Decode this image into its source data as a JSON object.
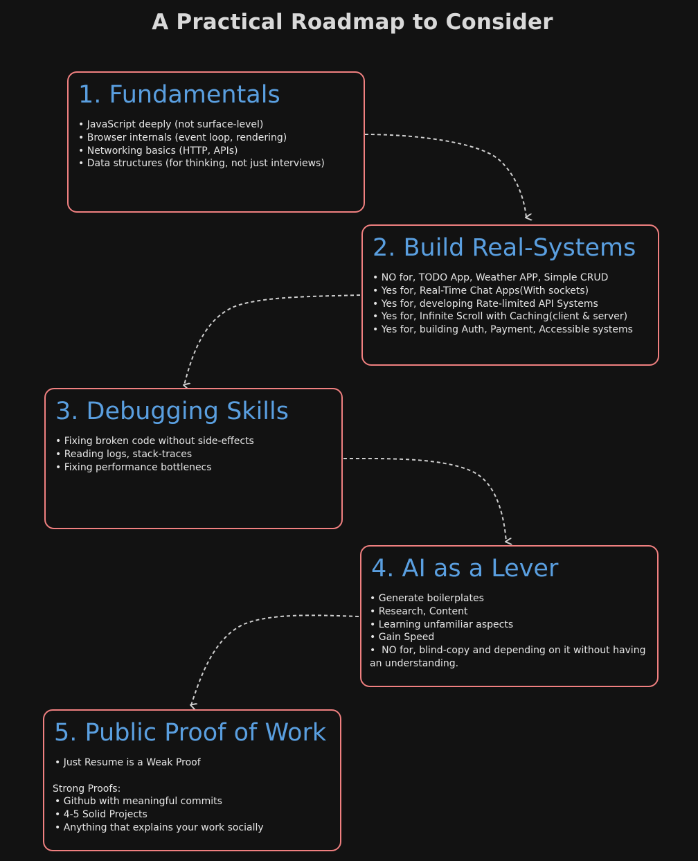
{
  "title": "A Practical Roadmap to Consider",
  "colors": {
    "background": "#121212",
    "card_border": "#f08080",
    "card_title": "#5a9fe0",
    "text": "#e6e6e6",
    "arrow": "#d0d0d0"
  },
  "cards": [
    {
      "title": "1. Fundamentals",
      "items": [
        "JavaScript deeply (not surface-level)",
        "Browser internals (event loop, rendering)",
        "Networking basics (HTTP, APIs)",
        "Data structures (for thinking, not just interviews)"
      ]
    },
    {
      "title": "2. Build Real-Systems",
      "items": [
        "NO for, TODO App, Weather APP, Simple CRUD",
        "Yes for, Real-Time Chat Apps(With sockets)",
        "Yes for, developing Rate-limited API Systems",
        "Yes for, Infinite Scroll with Caching(client & server)",
        "Yes for, building Auth, Payment, Accessible systems"
      ]
    },
    {
      "title": "3. Debugging Skills",
      "items": [
        "Fixing broken code without side-effects",
        "Reading logs, stack-traces",
        "Fixing performance bottlenecs"
      ]
    },
    {
      "title": "4. AI as a Lever",
      "items": [
        "Generate boilerplates",
        "Research, Content",
        "Learning unfamiliar aspects",
        "Gain Speed",
        " NO for, blind-copy and depending on it without having",
        "an understanding."
      ]
    },
    {
      "title": "5. Public Proof of Work",
      "items": [
        "Just Resume is a Weak Proof",
        "",
        "Strong Proofs:",
        "Github with meaningful commits",
        "4-5 Solid Projects",
        "Anything that explains your work socially"
      ]
    }
  ]
}
